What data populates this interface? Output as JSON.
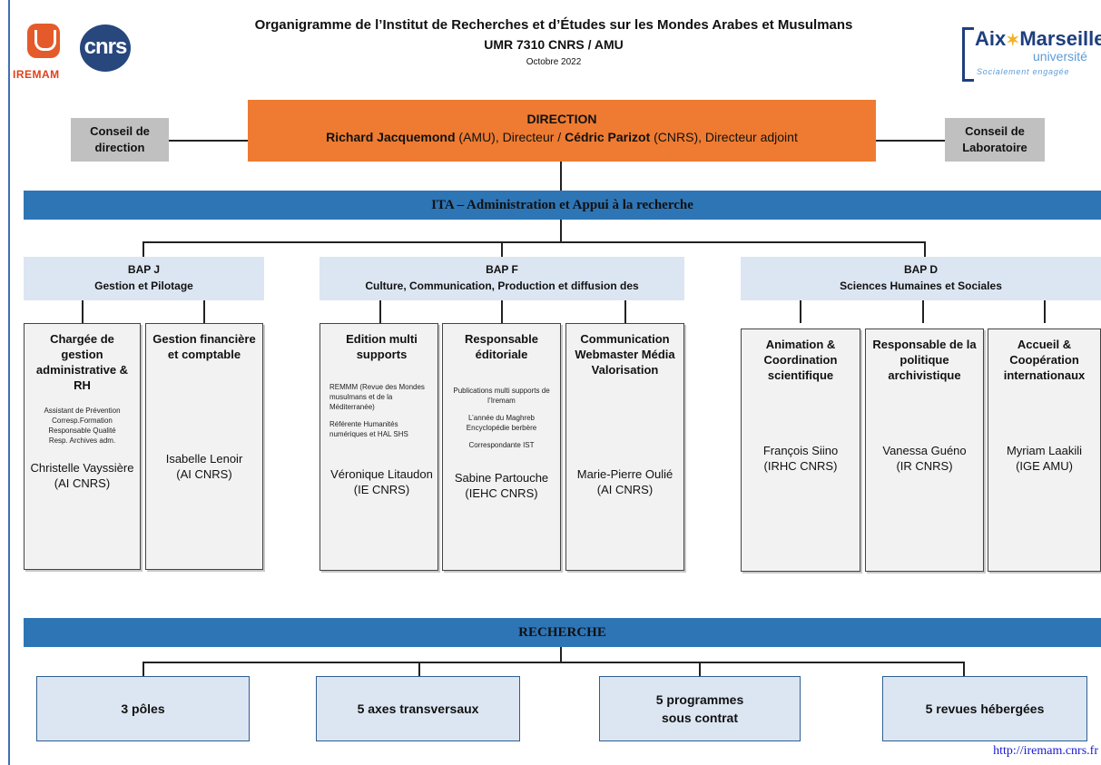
{
  "header": {
    "title": "Organigramme de l’Institut de Recherches et d’Études sur les Mondes Arabes et Musulmans",
    "subtitle": "UMR 7310 CNRS / AMU",
    "date": "Octobre 2022"
  },
  "logos": {
    "iremam": "IREMAM",
    "cnrs": "cnrs",
    "amu_line1": "Aix",
    "amu_line1b": "Marseille",
    "amu_line2": "université",
    "amu_line3": "Socialement engagée"
  },
  "direction": {
    "title": "DIRECTION",
    "director_name": "Richard Jacquemond",
    "director_role": " (AMU), Directeur / ",
    "deputy_name": "Cédric Parizot",
    "deputy_role": " (CNRS), Directeur adjoint"
  },
  "councils": {
    "left": "Conseil de direction",
    "right": "Conseil de Laboratoire"
  },
  "ita_banner": "ITA – Administration et Appui à la recherche",
  "baps": [
    {
      "code": "BAP J",
      "name": "Gestion et Pilotage"
    },
    {
      "code": "BAP F",
      "name": "Culture, Communication, Production et diffusion des"
    },
    {
      "code": "BAP D",
      "name": "Sciences Humaines et Sociales"
    }
  ],
  "cards": [
    {
      "title": "Chargée de gestion administrative & RH",
      "notes": [
        "Assistant de Prévention",
        "Corresp.Formation",
        "Responsable Qualité",
        "Resp. Archives adm."
      ],
      "person": "Christelle Vayssière",
      "status": "(AI CNRS)"
    },
    {
      "title": "Gestion financière et comptable",
      "notes": [],
      "person": "Isabelle Lenoir",
      "status": "(AI CNRS)"
    },
    {
      "title": "Edition multi supports",
      "notes": [
        "REMMM (Revue des Mondes musulmans et de la Méditerranée)",
        "Référente Humanités numériques et HAL SHS"
      ],
      "person": "Véronique Litaudon",
      "status": "(IE CNRS)"
    },
    {
      "title": "Responsable éditoriale",
      "notes": [
        "Publications multi supports de l’Iremam",
        "L’année du Maghreb Encyclopédie berbère",
        "Correspondante IST"
      ],
      "person": "Sabine Partouche",
      "status": "(IEHC CNRS)"
    },
    {
      "title": "Communication Webmaster Média Valorisation",
      "notes": [],
      "person": "Marie-Pierre Oulié",
      "status": "(AI CNRS)"
    },
    {
      "title": "Animation & Coordination scientifique",
      "notes": [],
      "person": "François Siino",
      "status": "(IRHC CNRS)"
    },
    {
      "title": "Responsable de la politique archivistique",
      "notes": [],
      "person": "Vanessa Guéno",
      "status": "(IR CNRS)"
    },
    {
      "title": "Accueil & Coopération internationaux",
      "notes": [],
      "person": "Myriam Laakili",
      "status": "(IGE AMU)"
    }
  ],
  "research_banner": "RECHERCHE",
  "research_boxes": [
    "3 pôles",
    "5 axes transversaux",
    "5 programmes sous contrat",
    "5 revues hébergées"
  ],
  "footer_link": "http://iremam.cnrs.fr"
}
